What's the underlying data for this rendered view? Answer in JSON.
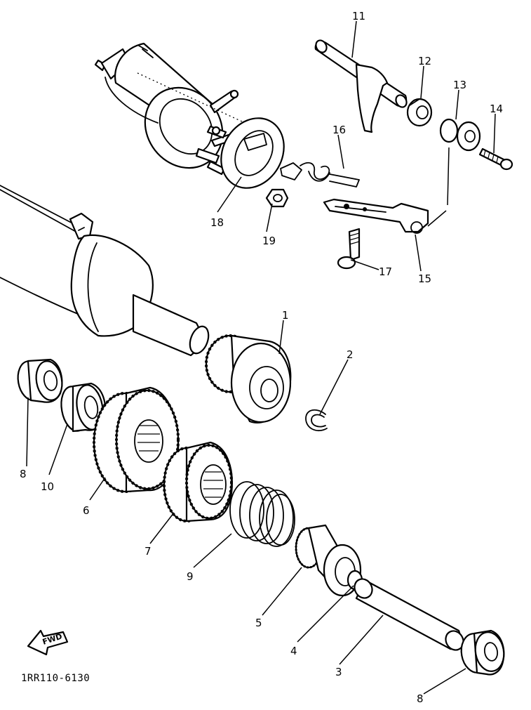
{
  "diagram": {
    "drawing_code": "1RR110-6130",
    "fwd_label": "FWD",
    "callouts": [
      {
        "id": "1",
        "label": "1"
      },
      {
        "id": "2",
        "label": "2"
      },
      {
        "id": "3",
        "label": "3"
      },
      {
        "id": "4",
        "label": "4"
      },
      {
        "id": "5",
        "label": "5"
      },
      {
        "id": "6",
        "label": "6"
      },
      {
        "id": "7",
        "label": "7"
      },
      {
        "id": "8a",
        "label": "8"
      },
      {
        "id": "8b",
        "label": "8"
      },
      {
        "id": "9",
        "label": "9"
      },
      {
        "id": "10",
        "label": "10"
      },
      {
        "id": "11",
        "label": "11"
      },
      {
        "id": "12",
        "label": "12"
      },
      {
        "id": "13",
        "label": "13"
      },
      {
        "id": "14",
        "label": "14"
      },
      {
        "id": "15",
        "label": "15"
      },
      {
        "id": "16",
        "label": "16"
      },
      {
        "id": "17",
        "label": "17"
      },
      {
        "id": "18",
        "label": "18"
      },
      {
        "id": "19",
        "label": "19"
      }
    ]
  }
}
